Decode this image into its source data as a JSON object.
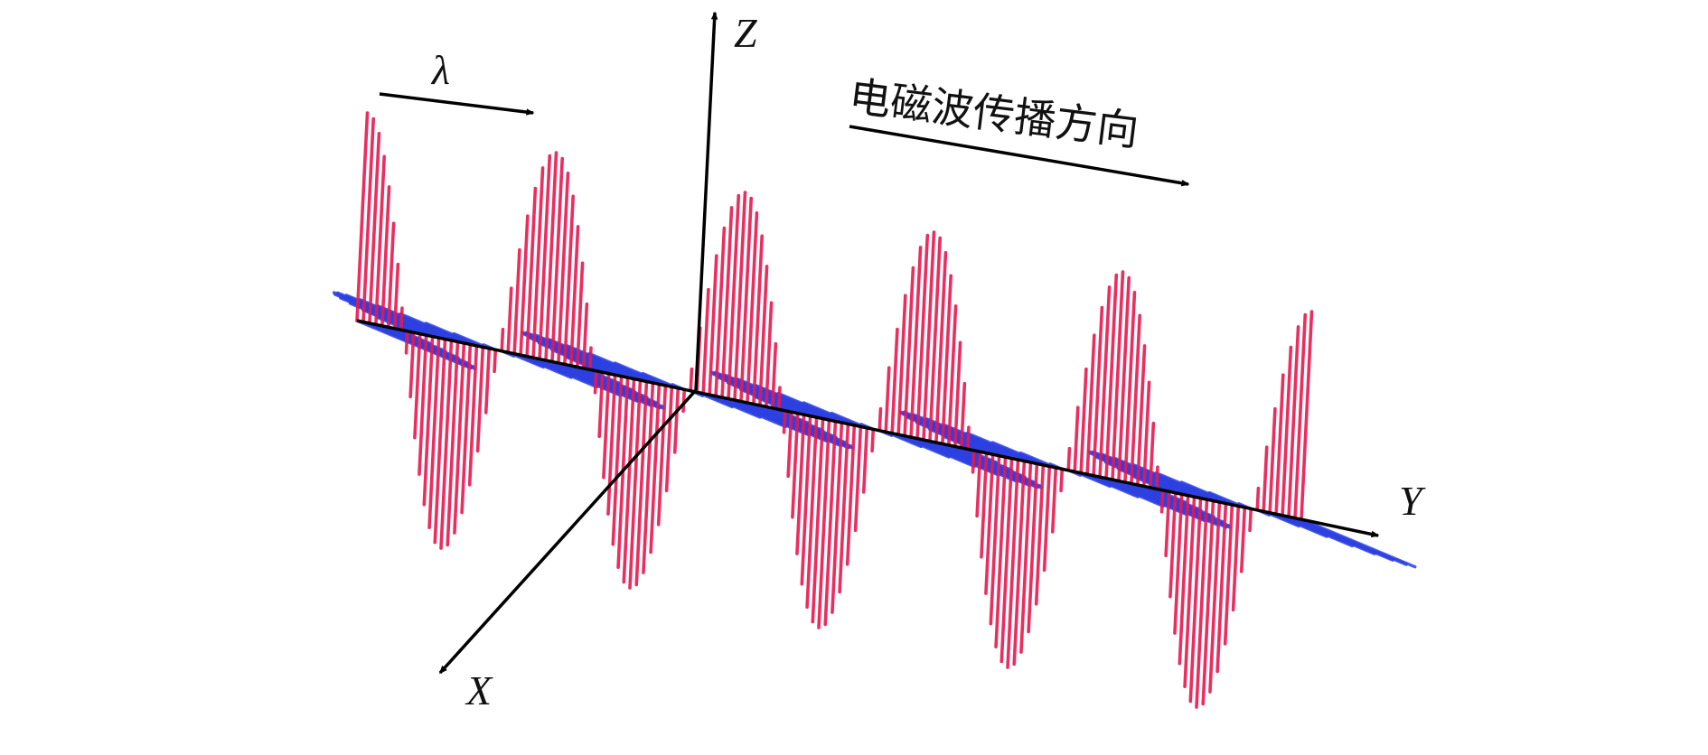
{
  "labels": {
    "z_axis": "Z",
    "y_axis": "Y",
    "x_axis": "X",
    "wavelength": "λ",
    "propagation": "电磁波传播方向"
  },
  "colors": {
    "electric_field": "#e8174f",
    "magnetic_field": "#2a3ee0",
    "axes": "#000000",
    "background": "#ffffff"
  },
  "icons": {
    "axis_arrowhead": "arrow-head-icon"
  },
  "waves": {
    "electric_field_plane": "Z-Y",
    "magnetic_field_plane": "X-Y",
    "cycles_shown": 5
  }
}
